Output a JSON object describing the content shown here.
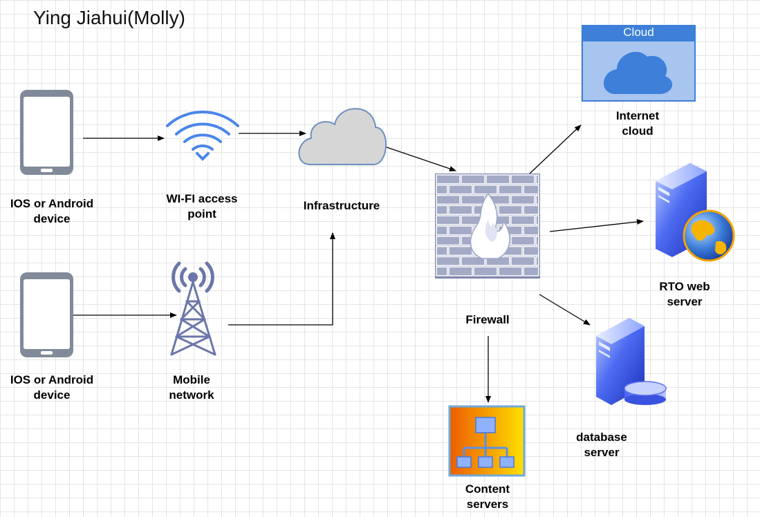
{
  "title": "Ying Jiahui(Molly)",
  "colors": {
    "device_frame": "#808a99",
    "wifi_blue": "#4a86e8",
    "cloud_gray": "#d6d6d6",
    "cloud_outline": "#6c8ebf",
    "firewall_brick": "#a3aac6",
    "cloud_container_header": "#3d7fd9",
    "cloud_container_body": "#a8c5f0",
    "cloud_container_icon": "#3d7fd9"
  },
  "nodes": {
    "device_top": {
      "label": [
        "IOS or Android",
        "device"
      ],
      "icon": "smartphone-icon"
    },
    "device_bottom": {
      "label": [
        "IOS or Android",
        "device"
      ],
      "icon": "smartphone-icon"
    },
    "wifi": {
      "label": [
        "WI-FI access",
        "point"
      ],
      "icon": "wifi-icon"
    },
    "mobile": {
      "label": [
        "Mobile",
        "network"
      ],
      "icon": "cell-tower-icon"
    },
    "infrastructure": {
      "label": [
        "Infrastructure"
      ],
      "icon": "cloud-icon"
    },
    "firewall": {
      "label": [
        "Firewall"
      ],
      "icon": "firewall-icon"
    },
    "internet": {
      "label": [
        "Internet",
        "cloud"
      ],
      "header": "Cloud",
      "icon": "cloud-container-icon"
    },
    "rto": {
      "label": [
        "RTO web",
        "server"
      ],
      "icon": "web-server-icon"
    },
    "database": {
      "label": [
        "database",
        "server"
      ],
      "icon": "database-server-icon"
    },
    "content": {
      "label": [
        "Content",
        "servers"
      ],
      "icon": "network-hierarchy-icon"
    }
  }
}
